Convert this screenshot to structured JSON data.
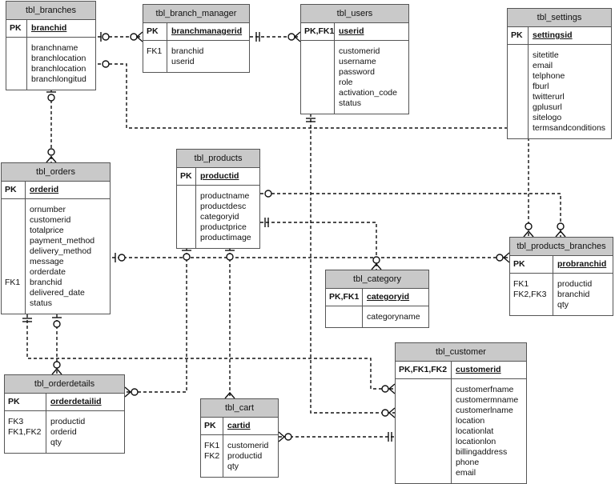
{
  "tables": {
    "branches": {
      "name": "tbl_branches",
      "pk_label": "PK",
      "pk_field": "branchid",
      "keys": [],
      "fields": [
        "branchname",
        "branchlocation",
        "branchlocation",
        "branchlongitud"
      ]
    },
    "branch_manager": {
      "name": "tbl_branch_manager",
      "pk_label": "PK",
      "pk_field": "branchmanagerid",
      "keys": [
        "FK1"
      ],
      "fields": [
        "branchid",
        "userid"
      ]
    },
    "users": {
      "name": "tbl_users",
      "pk_label": "PK,FK1",
      "pk_field": "userid",
      "keys": [],
      "fields": [
        "customerid",
        "username",
        "password",
        "role",
        "activation_code",
        "status"
      ]
    },
    "settings": {
      "name": "tbl_settings",
      "pk_label": "PK",
      "pk_field": "settingsid",
      "keys": [],
      "fields": [
        "sitetitle",
        "email",
        "telphone",
        "fburl",
        "twitterurl",
        "gplusurl",
        "sitelogo",
        "termsandconditions"
      ]
    },
    "orders": {
      "name": "tbl_orders",
      "pk_label": "PK",
      "pk_field": "orderid",
      "keys": [
        "",
        "",
        "",
        "",
        "",
        "",
        "",
        "FK1"
      ],
      "fields": [
        "ornumber",
        "customerid",
        "totalprice",
        "payment_method",
        "delivery_method",
        "message",
        "orderdate",
        "branchid",
        "delivered_date",
        "status"
      ]
    },
    "products": {
      "name": "tbl_products",
      "pk_label": "PK",
      "pk_field": "productid",
      "keys": [],
      "fields": [
        "productname",
        "productdesc",
        "categoryid",
        "productprice",
        "productimage"
      ]
    },
    "products_branches": {
      "name": "tbl_products_branches",
      "pk_label": "PK",
      "pk_field": "probranchid",
      "keys": [
        "FK1",
        "FK2,FK3"
      ],
      "fields": [
        "productid",
        "branchid",
        "qty"
      ]
    },
    "category": {
      "name": "tbl_category",
      "pk_label": "PK,FK1",
      "pk_field": "categoryid",
      "keys": [],
      "fields": [
        "categoryname"
      ]
    },
    "customer": {
      "name": "tbl_customer",
      "pk_label": "PK,FK1,FK2",
      "pk_field": "customerid",
      "keys": [],
      "fields": [
        "customerfname",
        "customermname",
        "customerlname",
        "location",
        "locationlat",
        "locationlon",
        "billingaddress",
        "phone",
        "email"
      ]
    },
    "orderdetails": {
      "name": "tbl_orderdetails",
      "pk_label": "PK",
      "pk_field": "orderdetailid",
      "keys": [
        "FK3",
        "FK1,FK2"
      ],
      "fields": [
        "productid",
        "orderid",
        "qty"
      ]
    },
    "cart": {
      "name": "tbl_cart",
      "pk_label": "PK",
      "pk_field": "cartid",
      "keys": [
        "FK1",
        "FK2"
      ],
      "fields": [
        "customerid",
        "productid",
        "qty"
      ]
    }
  }
}
